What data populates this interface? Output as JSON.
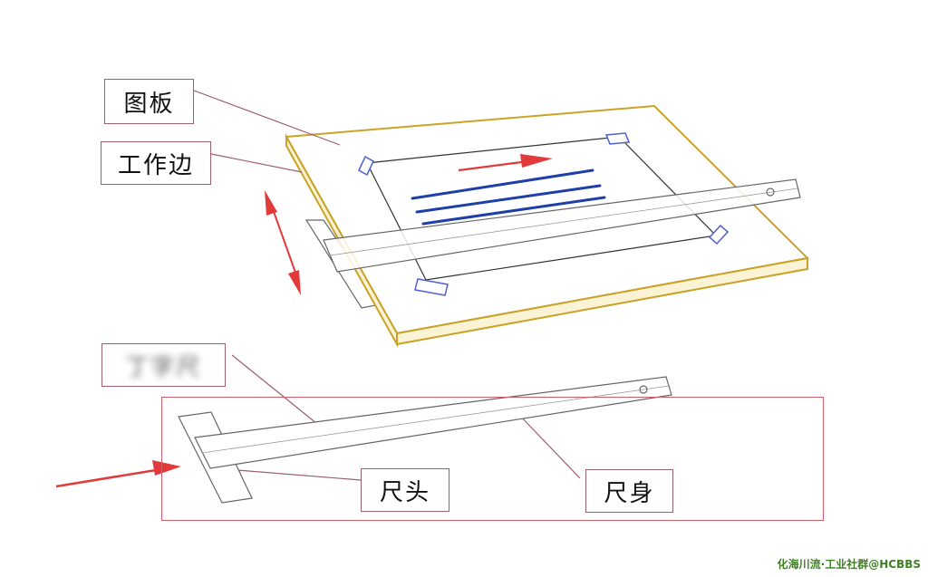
{
  "labels": {
    "board": "图板",
    "working_edge": "工作边",
    "t_square": "丁字尺",
    "ruler_head": "尺头",
    "ruler_body": "尺身"
  },
  "watermark": "化海川流·工业社群@HCBBS",
  "colors": {
    "board_edge": "#c9a227",
    "arrow": "#e23a3a",
    "drawing_lines": "#1f3fa8",
    "tape": "#4f5fd0",
    "label_border": "#9c5f6c",
    "highlight_frame": "#d45f6a"
  }
}
